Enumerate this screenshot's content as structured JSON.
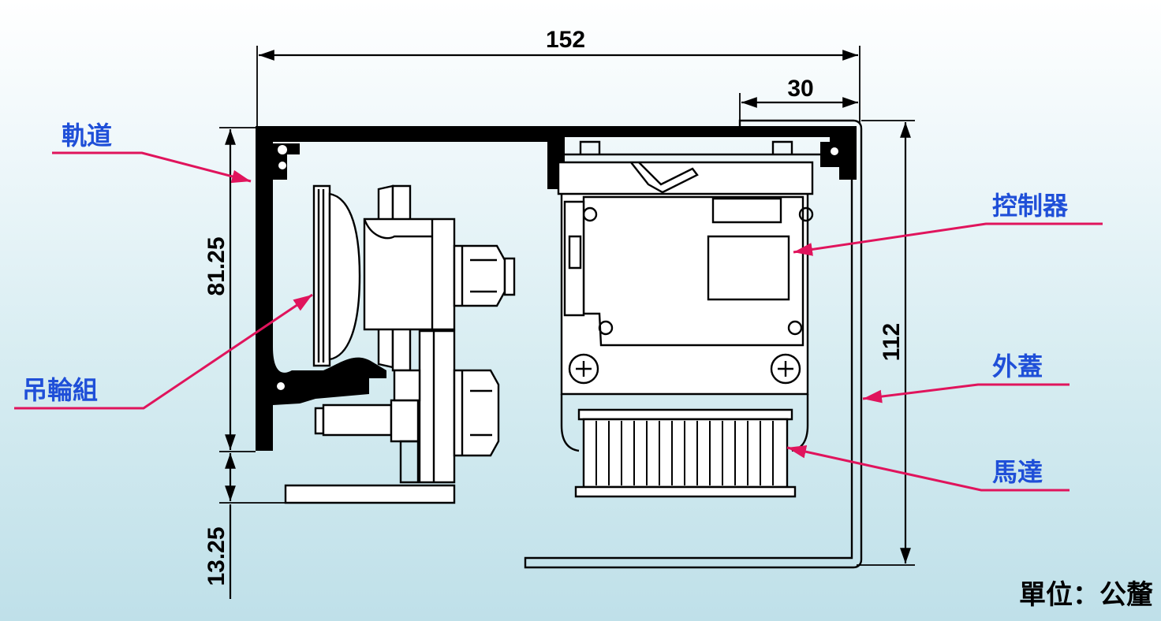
{
  "dimensions": {
    "overall_width": "152",
    "cover_offset": "30",
    "height_total": "112",
    "rail_height": "81.25",
    "bottom_offset": "13.25"
  },
  "callouts": {
    "rail": "軌道",
    "pulley_assembly": "吊輪組",
    "controller": "控制器",
    "cover": "外蓋",
    "motor": "馬達"
  },
  "unit_note": "單位：公釐",
  "colors": {
    "callout_text": "#1f4fd8",
    "leader_line": "#e0145c",
    "line_art": "#000000"
  }
}
